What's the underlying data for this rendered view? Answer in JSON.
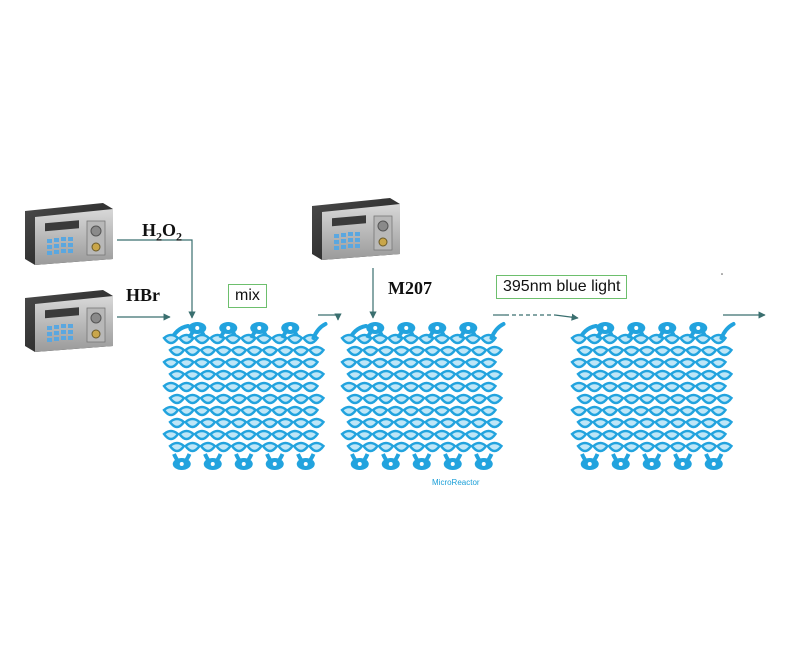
{
  "labels": {
    "h2o2": {
      "main": "H",
      "sub1": "2",
      "mid": "O",
      "sub2": "2"
    },
    "hbr": "HBr",
    "m207": "M207",
    "mix": "mix",
    "light": "395nm blue light",
    "microreactor": "MicroReactor"
  },
  "colors": {
    "channel": "#22a3de",
    "channel_light": "#bfe6f7",
    "connector": "#3a6f6f",
    "label_border": "#6dbf6d"
  },
  "icons": {
    "pump": "syringe-pump-icon",
    "reactor": "microreactor-chip-icon"
  }
}
